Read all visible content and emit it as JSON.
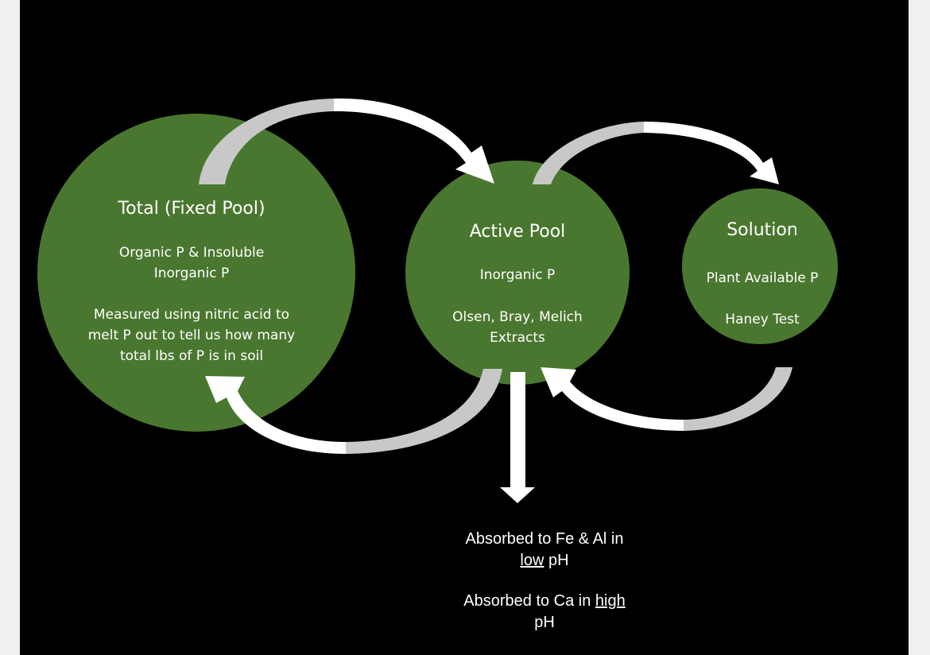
{
  "colors": {
    "background": "#000000",
    "circle_fill": "#4a772f",
    "arrow_fill": "#ffffff",
    "arrow_inner": "#c8c8c8"
  },
  "pools": {
    "total": {
      "title": "Total (Fixed Pool)",
      "line1": "Organic P & Insoluble",
      "line2": "Inorganic P",
      "line3": "Measured using nitric acid to",
      "line4": "melt P out to tell us how many",
      "line5": "total lbs of P is in soil"
    },
    "active": {
      "title": "Active Pool",
      "line1": "Inorganic P",
      "line2": "Olsen, Bray, Melich",
      "line3": "Extracts"
    },
    "solution": {
      "title": "Solution",
      "line1": "Plant Available P",
      "line2": "Haney Test"
    }
  },
  "notes": {
    "low": {
      "line1": "Absorbed to Fe & Al in",
      "emph": "low",
      "tail": " pH"
    },
    "high": {
      "lead": "Absorbed to Ca in ",
      "emph": "high",
      "line2": "pH"
    }
  }
}
